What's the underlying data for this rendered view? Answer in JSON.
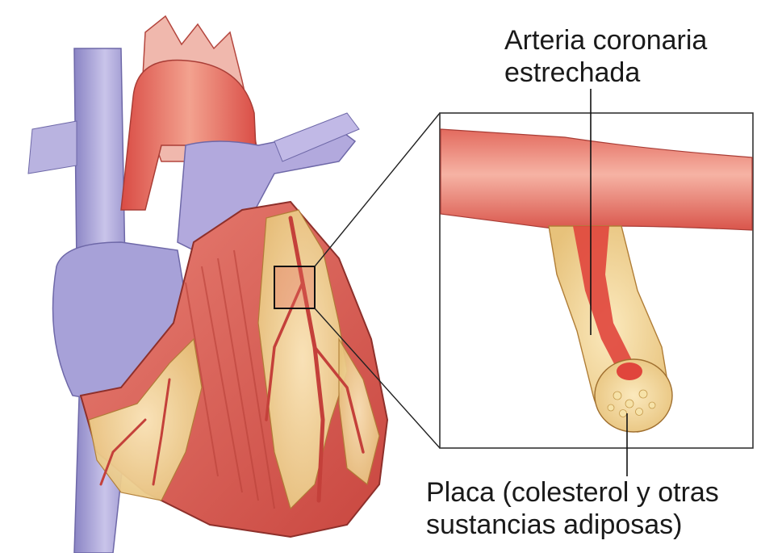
{
  "labels": {
    "artery": {
      "line1": "Arteria coronaria",
      "line2": "estrechada"
    },
    "plaque": {
      "line1": "Placa (colesterol y otras",
      "line2": "sustancias adiposas)"
    }
  },
  "colors": {
    "vein_blue": "#a9a3d6",
    "artery_red": "#e2574c",
    "muscle_red": "#d9605a",
    "fat_yellow": "#f1d79a",
    "outline": "#333333"
  }
}
